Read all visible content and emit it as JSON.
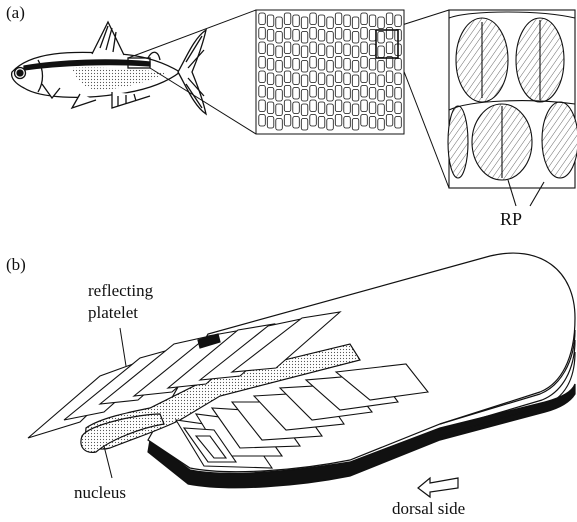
{
  "panel_a": {
    "label": "(a)",
    "rp_label": "RP"
  },
  "panel_b": {
    "label": "(b)",
    "reflecting_label_1": "reflecting",
    "reflecting_label_2": "platelet",
    "nucleus_label": "nucleus",
    "dorsal_label": "dorsal side"
  }
}
